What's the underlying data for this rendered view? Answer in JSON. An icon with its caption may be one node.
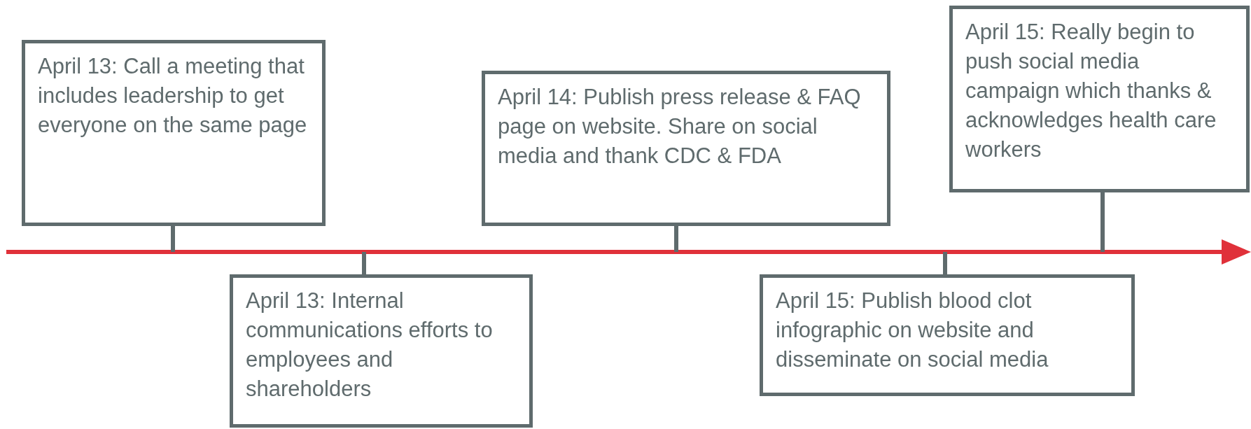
{
  "diagram": {
    "nodes": [
      {
        "text": [
          "April 13: Call a meeting that includes leadership to get everyone on the same page"
        ]
      },
      {
        "text": [
          "April 13: Internal communications efforts to employees and shareholders"
        ]
      },
      {
        "text": [
          "April 14: Publish press release & FAQ page on website. Share on social media and thank CDC & FDA"
        ]
      },
      {
        "text": [
          "April 15: Publish blood clot infographic on website and disseminate on social media"
        ]
      },
      {
        "text": [
          "April 15: Really begin to push social media campaign which thanks & acknowledges health care workers"
        ]
      }
    ],
    "edges": [
      {
        "from": 0,
        "to": null,
        "arrow": "none"
      },
      {
        "from": 1,
        "to": null,
        "arrow": "none"
      },
      {
        "from": 2,
        "to": null,
        "arrow": "none"
      },
      {
        "from": 3,
        "to": null,
        "arrow": "none"
      },
      {
        "from": 4,
        "to": null,
        "arrow": "none"
      }
    ]
  }
}
